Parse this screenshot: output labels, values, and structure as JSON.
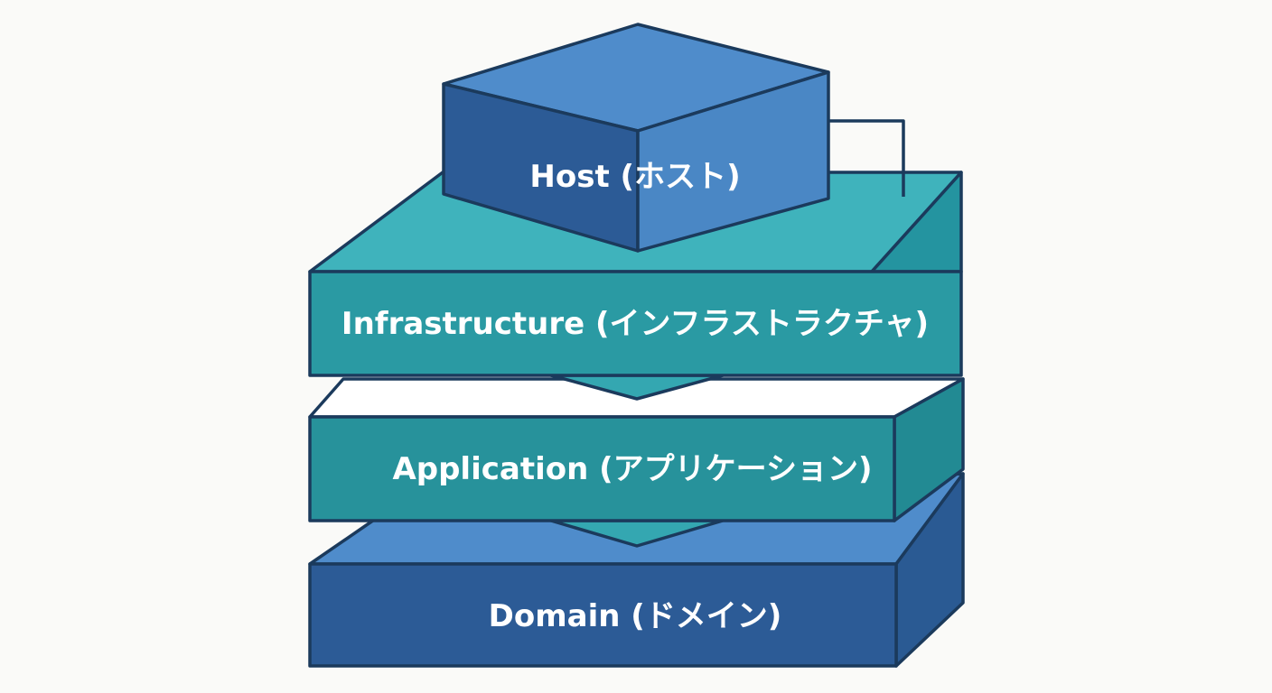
{
  "diagram": {
    "layers": [
      {
        "id": "host",
        "label": "Host (ホスト)"
      },
      {
        "id": "infrastructure",
        "label": "Infrastructure (インフラストラクチャ)"
      },
      {
        "id": "application",
        "label": "Application (アプリケーション)"
      },
      {
        "id": "domain",
        "label": "Domain (ドメイン)"
      }
    ],
    "colors": {
      "background": "#fafaf8",
      "outline": "#1b3a5c",
      "blue_top": "#4f8ccb",
      "blue_front": "#2c5b96",
      "blue_side": "#2a5a93",
      "teal_top": "#3fb3bc",
      "teal_front": "#2a9aa3",
      "teal_side": "#228a93",
      "label_text": "#ffffff"
    }
  }
}
